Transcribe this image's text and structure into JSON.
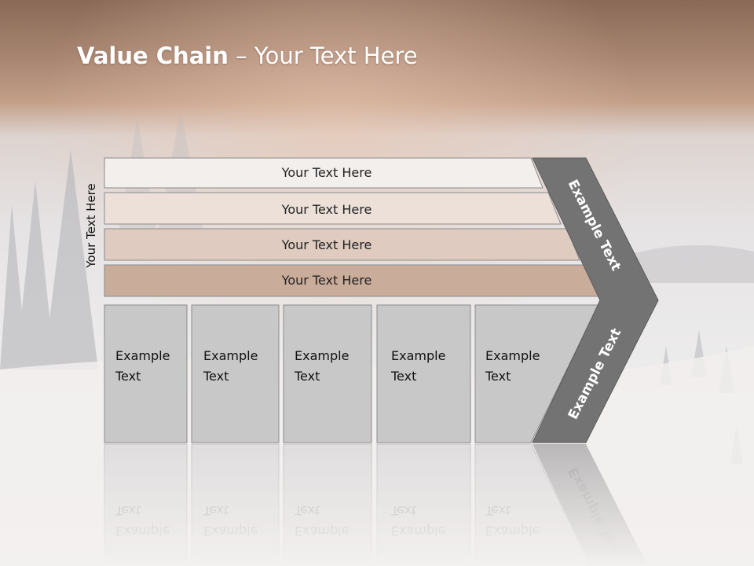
{
  "slide": {
    "title_bold": "Value Chain",
    "title_rest": " – Your Text Here",
    "side_label": "Your Text Here"
  },
  "bands": [
    {
      "label": "Your Text Here",
      "fill": "#f3efec"
    },
    {
      "label": "Your Text Here",
      "fill": "#ece0d8"
    },
    {
      "label": "Your Text Here",
      "fill": "#dfcbbf"
    },
    {
      "label": "Your Text Here",
      "fill": "#c9ac9a"
    }
  ],
  "boxes": [
    {
      "line1": "Example",
      "line2": "Text"
    },
    {
      "line1": "Example",
      "line2": "Text"
    },
    {
      "line1": "Example",
      "line2": "Text"
    },
    {
      "line1": "Example",
      "line2": "Text"
    },
    {
      "line1": "Example",
      "line2": "Text"
    }
  ],
  "chevron": {
    "upper_label": "Example Text",
    "lower_label": "Example Text",
    "fill": "#737373"
  },
  "colors": {
    "box_fill": "#c8c8c8",
    "header_brown": "#8f6a55"
  }
}
